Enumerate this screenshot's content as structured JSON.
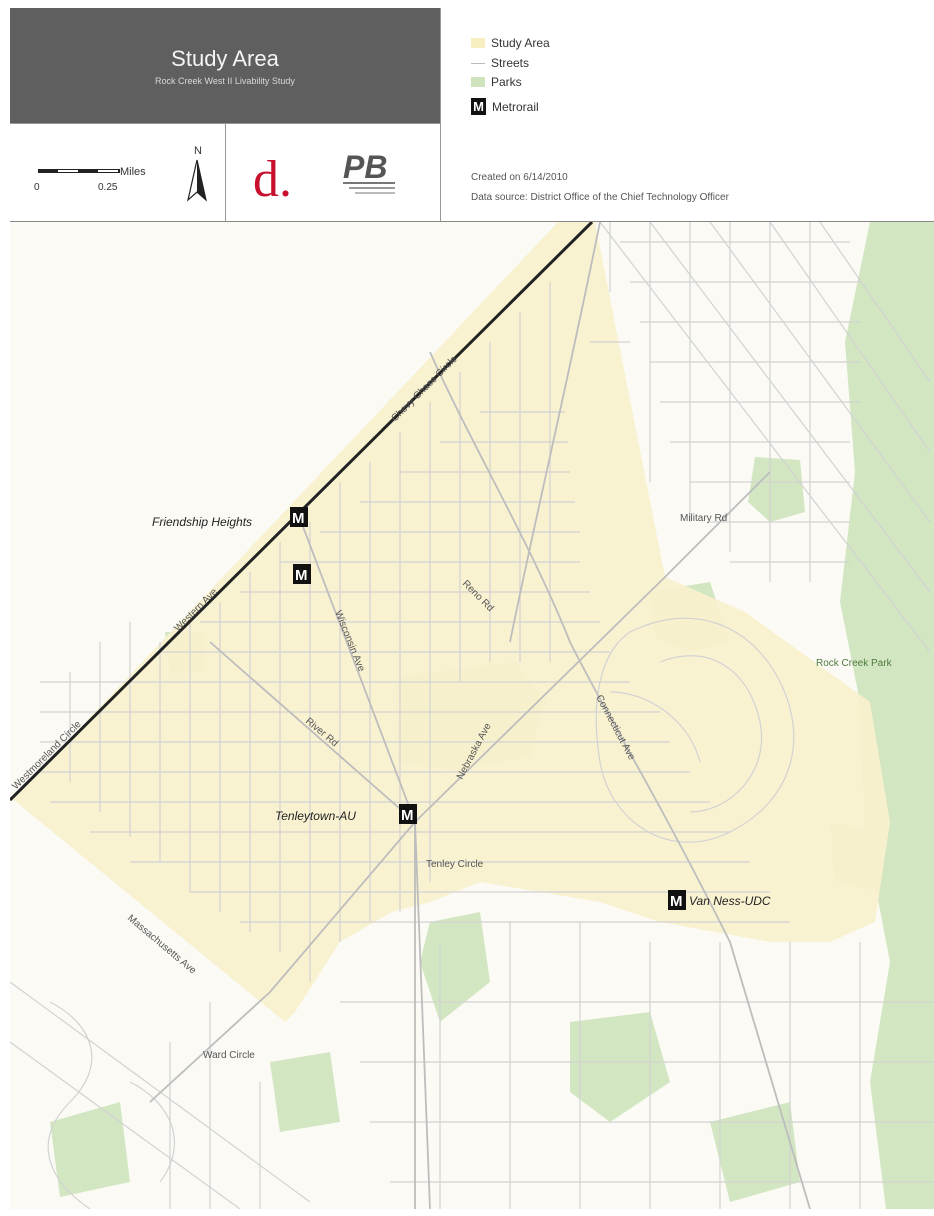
{
  "header": {
    "title": "Study Area",
    "subtitle": "Rock Creek West II Livability Study"
  },
  "scale": {
    "unit": "Miles",
    "tick_start": "0",
    "tick_end": "0.25",
    "north": "N"
  },
  "logos": {
    "dc": "d.",
    "pb": "PB"
  },
  "legend": {
    "items": [
      {
        "label": "Study Area",
        "color": "#f7efc0"
      },
      {
        "label": "Streets",
        "color": "#cccccc"
      },
      {
        "label": "Parks",
        "color": "#cfe3bd"
      },
      {
        "label": "Metrorail",
        "icon": "metro-icon"
      }
    ],
    "created": "Created on 6/14/2010",
    "source": "Data source: District Office of the Chief Technology Officer"
  },
  "map": {
    "colors": {
      "base": "#fbfaf5",
      "study": "#f8f1cd",
      "park": "#d3e6c2",
      "street": "#d2d2d2",
      "boundary": "#222222"
    },
    "metro_glyph": "M",
    "stations": [
      {
        "name": "Friendship Heights"
      },
      {
        "name": "Tenleytown-AU"
      },
      {
        "name": "Van Ness-UDC"
      }
    ],
    "labels": {
      "chevy_chase": "Chevy Chase Circle",
      "western": "Western Ave",
      "westmoreland": "Westmoreland Circle",
      "wisconsin": "Wisconsin Ave",
      "reno": "Reno Rd",
      "river": "River Rd",
      "nebraska": "Nebraska Ave",
      "connecticut": "Connecticut Ave",
      "military": "Military Rd",
      "rock_creek": "Rock Creek Park",
      "tenley_circle": "Tenley Circle",
      "massachusetts": "Massachusetts Ave",
      "ward_circle": "Ward Circle"
    }
  }
}
